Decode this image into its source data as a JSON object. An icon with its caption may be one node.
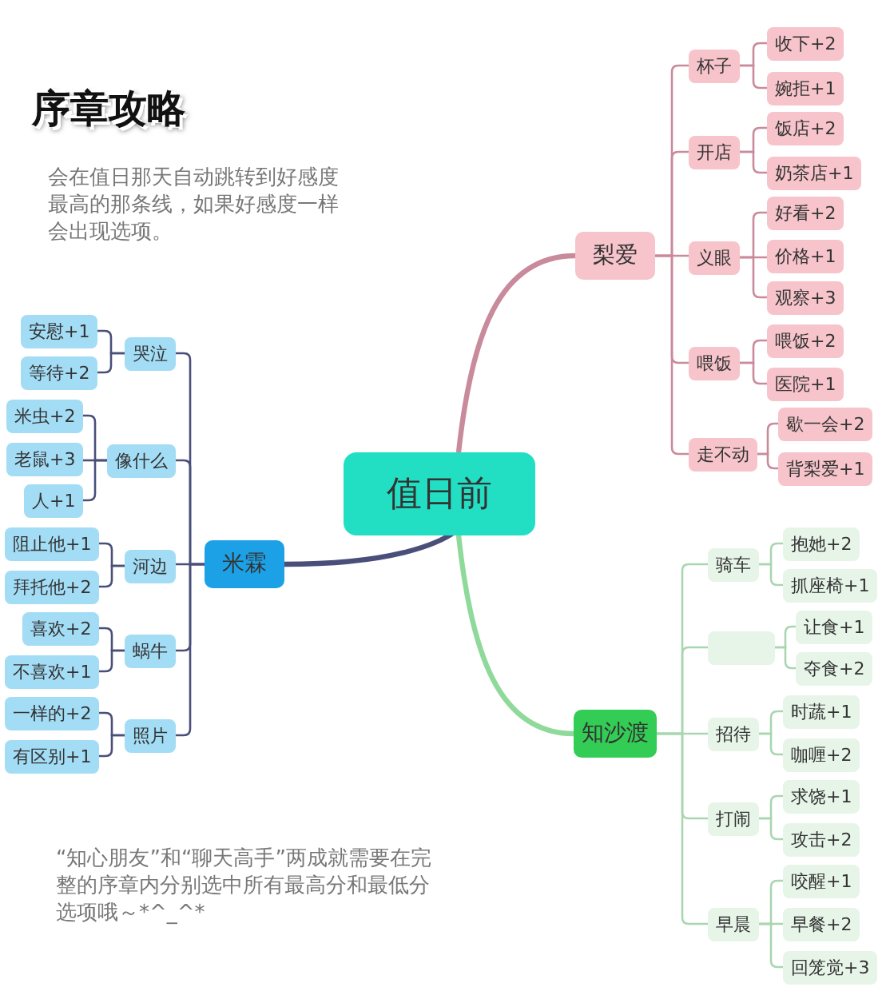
{
  "diagram": {
    "title": "序章攻略",
    "nodes": [
      {
        "text": [
          "值日前"
        ]
      },
      {
        "text": [
          "梨爱"
        ]
      },
      {
        "text": [
          "杯子"
        ]
      },
      {
        "text": [
          "收下+2"
        ]
      },
      {
        "text": [
          "婉拒+1"
        ]
      },
      {
        "text": [
          "开店"
        ]
      },
      {
        "text": [
          "饭店+2"
        ]
      },
      {
        "text": [
          "奶茶店+1"
        ]
      },
      {
        "text": [
          "义眼"
        ]
      },
      {
        "text": [
          "好看+2"
        ]
      },
      {
        "text": [
          "价格+1"
        ]
      },
      {
        "text": [
          "观察+3"
        ]
      },
      {
        "text": [
          "喂饭"
        ]
      },
      {
        "text": [
          "喂饭+2"
        ]
      },
      {
        "text": [
          "医院+1"
        ]
      },
      {
        "text": [
          "走不动"
        ]
      },
      {
        "text": [
          "歇一会+2"
        ]
      },
      {
        "text": [
          "背梨爱+1"
        ]
      },
      {
        "text": [
          "米霖"
        ]
      },
      {
        "text": [
          "哭泣"
        ]
      },
      {
        "text": [
          "安慰+1"
        ]
      },
      {
        "text": [
          "等待+2"
        ]
      },
      {
        "text": [
          "像什么"
        ]
      },
      {
        "text": [
          "米虫+2"
        ]
      },
      {
        "text": [
          "老鼠+3"
        ]
      },
      {
        "text": [
          "人+1"
        ]
      },
      {
        "text": [
          "河边"
        ]
      },
      {
        "text": [
          "阻止他+1"
        ]
      },
      {
        "text": [
          "拜托他+2"
        ]
      },
      {
        "text": [
          "蜗牛"
        ]
      },
      {
        "text": [
          "喜欢+2"
        ]
      },
      {
        "text": [
          "不喜欢+1"
        ]
      },
      {
        "text": [
          "照片"
        ]
      },
      {
        "text": [
          "一样的+2"
        ]
      },
      {
        "text": [
          "有区别+1"
        ]
      },
      {
        "text": [
          "知沙渡"
        ]
      },
      {
        "text": [
          "骑车"
        ]
      },
      {
        "text": [
          "抱她+2"
        ]
      },
      {
        "text": [
          "抓座椅+1"
        ]
      },
      {
        "text": [],
        "shape": "box"
      },
      {
        "text": [
          "让食+1"
        ]
      },
      {
        "text": [
          "夺食+2"
        ]
      },
      {
        "text": [
          "招待"
        ]
      },
      {
        "text": [
          "时蔬+1"
        ]
      },
      {
        "text": [
          "咖喱+2"
        ]
      },
      {
        "text": [
          "打闹"
        ]
      },
      {
        "text": [
          "求饶+1"
        ]
      },
      {
        "text": [
          "攻击+2"
        ]
      },
      {
        "text": [
          "早晨"
        ]
      },
      {
        "text": [
          "咬醒+1"
        ]
      },
      {
        "text": [
          "早餐+2"
        ]
      },
      {
        "text": [
          "回笼觉+3"
        ]
      }
    ],
    "edges": [
      {
        "from": 0,
        "to": 1,
        "arrow": "none",
        "style": "thick",
        "color": "#c98a9b"
      },
      {
        "from": 1,
        "to": 2,
        "arrow": "none",
        "color": "#c98a9b"
      },
      {
        "from": 2,
        "to": 3,
        "arrow": "none",
        "color": "#c98a9b"
      },
      {
        "from": 2,
        "to": 4,
        "arrow": "none",
        "color": "#c98a9b"
      },
      {
        "from": 1,
        "to": 5,
        "arrow": "none",
        "color": "#c98a9b"
      },
      {
        "from": 5,
        "to": 6,
        "arrow": "none",
        "color": "#c98a9b"
      },
      {
        "from": 5,
        "to": 7,
        "arrow": "none",
        "color": "#c98a9b"
      },
      {
        "from": 1,
        "to": 8,
        "arrow": "none",
        "color": "#c98a9b"
      },
      {
        "from": 8,
        "to": 9,
        "arrow": "none",
        "color": "#c98a9b"
      },
      {
        "from": 8,
        "to": 10,
        "arrow": "none",
        "color": "#c98a9b"
      },
      {
        "from": 8,
        "to": 11,
        "arrow": "none",
        "color": "#c98a9b"
      },
      {
        "from": 1,
        "to": 12,
        "arrow": "none",
        "color": "#c98a9b"
      },
      {
        "from": 12,
        "to": 13,
        "arrow": "none",
        "color": "#c98a9b"
      },
      {
        "from": 12,
        "to": 14,
        "arrow": "none",
        "color": "#c98a9b"
      },
      {
        "from": 1,
        "to": 15,
        "arrow": "none",
        "color": "#c98a9b"
      },
      {
        "from": 15,
        "to": 16,
        "arrow": "none",
        "color": "#c98a9b"
      },
      {
        "from": 15,
        "to": 17,
        "arrow": "none",
        "color": "#c98a9b"
      },
      {
        "from": 0,
        "to": 18,
        "arrow": "none",
        "style": "thick",
        "color": "#4a4f7a"
      },
      {
        "from": 18,
        "to": 19,
        "arrow": "none",
        "color": "#4a4f7a"
      },
      {
        "from": 19,
        "to": 20,
        "arrow": "none",
        "color": "#4a4f7a"
      },
      {
        "from": 19,
        "to": 21,
        "arrow": "none",
        "color": "#4a4f7a"
      },
      {
        "from": 18,
        "to": 22,
        "arrow": "none",
        "color": "#4a4f7a"
      },
      {
        "from": 22,
        "to": 23,
        "arrow": "none",
        "color": "#4a4f7a"
      },
      {
        "from": 22,
        "to": 24,
        "arrow": "none",
        "color": "#4a4f7a"
      },
      {
        "from": 22,
        "to": 25,
        "arrow": "none",
        "color": "#4a4f7a"
      },
      {
        "from": 18,
        "to": 26,
        "arrow": "none",
        "color": "#4a4f7a"
      },
      {
        "from": 26,
        "to": 27,
        "arrow": "none",
        "color": "#4a4f7a"
      },
      {
        "from": 26,
        "to": 28,
        "arrow": "none",
        "color": "#4a4f7a"
      },
      {
        "from": 18,
        "to": 29,
        "arrow": "none",
        "color": "#4a4f7a"
      },
      {
        "from": 29,
        "to": 30,
        "arrow": "none",
        "color": "#4a4f7a"
      },
      {
        "from": 29,
        "to": 31,
        "arrow": "none",
        "color": "#4a4f7a"
      },
      {
        "from": 18,
        "to": 32,
        "arrow": "none",
        "color": "#4a4f7a"
      },
      {
        "from": 32,
        "to": 33,
        "arrow": "none",
        "color": "#4a4f7a"
      },
      {
        "from": 32,
        "to": 34,
        "arrow": "none",
        "color": "#4a4f7a"
      },
      {
        "from": 0,
        "to": 35,
        "arrow": "none",
        "style": "thick",
        "color": "#8fd99a"
      },
      {
        "from": 35,
        "to": 36,
        "arrow": "none",
        "color": "#a9d6b0"
      },
      {
        "from": 36,
        "to": 37,
        "arrow": "none",
        "color": "#a9d6b0"
      },
      {
        "from": 36,
        "to": 38,
        "arrow": "none",
        "color": "#a9d6b0"
      },
      {
        "from": 35,
        "to": 39,
        "arrow": "none",
        "color": "#a9d6b0"
      },
      {
        "from": 39,
        "to": 40,
        "arrow": "none",
        "color": "#a9d6b0"
      },
      {
        "from": 39,
        "to": 41,
        "arrow": "none",
        "color": "#a9d6b0"
      },
      {
        "from": 35,
        "to": 42,
        "arrow": "none",
        "color": "#a9d6b0"
      },
      {
        "from": 42,
        "to": 43,
        "arrow": "none",
        "color": "#a9d6b0"
      },
      {
        "from": 42,
        "to": 44,
        "arrow": "none",
        "color": "#a9d6b0"
      },
      {
        "from": 35,
        "to": 45,
        "arrow": "none",
        "color": "#a9d6b0"
      },
      {
        "from": 45,
        "to": 46,
        "arrow": "none",
        "color": "#a9d6b0"
      },
      {
        "from": 45,
        "to": 47,
        "arrow": "none",
        "color": "#a9d6b0"
      },
      {
        "from": 35,
        "to": 48,
        "arrow": "none",
        "color": "#a9d6b0"
      },
      {
        "from": 48,
        "to": 49,
        "arrow": "none",
        "color": "#a9d6b0"
      },
      {
        "from": 48,
        "to": 50,
        "arrow": "none",
        "color": "#a9d6b0"
      },
      {
        "from": 48,
        "to": 51,
        "arrow": "none",
        "color": "#a9d6b0"
      }
    ],
    "labels": [
      "会在值日那天自动跳转到好感度最高的那条线，如果好感度一样会出现选项。",
      "“知心朋友”和“聊天高手”两成就需要在完整的序章内分别选中所有最高分和最低分选项哦～*^_^*"
    ]
  }
}
